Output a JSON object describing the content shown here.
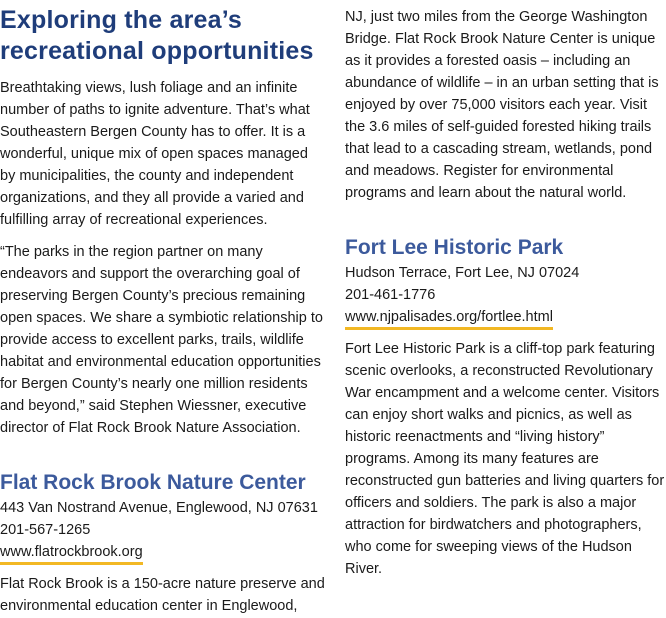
{
  "title": "Exploring the area’s recreational opportunities",
  "intro_paragraphs": [
    "Breathtaking views, lush foliage and an infinite number of paths to ignite adventure. That’s what Southeastern Bergen County has to offer. It is a wonderful, unique mix of open spaces managed by municipalities, the county and independent organizations, and they all provide a varied and fulfilling array of recreational experiences.",
    "“The parks in the region partner on many endeavors and support the overarching goal of preserving Bergen County’s precious remaining open spaces. We share a symbiotic relationship to provide access to excellent parks, trails, wildlife habitat and environmental education opportunities for Bergen County’s nearly one million residents and beyond,” said Stephen Wiessner, executive director of Flat Rock Brook Nature Association."
  ],
  "sections": [
    {
      "name": "Flat Rock Brook Nature Center",
      "address": "443 Van Nostrand Avenue, Englewood, NJ 07631",
      "phone": "201-567-1265",
      "website": "www.flatrockbrook.org",
      "description_part1": "Flat Rock Brook is a 150-acre nature preserve and environmental education center in Englewood,",
      "description_part2": "NJ, just two miles from the George Washington Bridge. Flat Rock Brook Nature Center is unique as it provides a forested oasis – including an abundance of wildlife – in an urban setting that is enjoyed by over 75,000 visitors each year. Visit the 3.6 miles of self-guided forested hiking trails that lead to a cascading stream, wetlands, pond and meadows. Register for environmental programs and learn about the natural world."
    },
    {
      "name": "Fort Lee Historic Park",
      "address": "Hudson Terrace, Fort Lee, NJ 07024",
      "phone": "201-461-1776",
      "website": "www.njpalisades.org/fortlee.html",
      "description": "Fort Lee Historic Park is a cliff-top park featuring scenic overlooks, a reconstructed Revolutionary War encampment and a welcome center. Visitors can enjoy short walks and picnics, as well as historic reenactments and “living history” programs. Among its many features are reconstructed gun batteries and living quarters for officers and soldiers. The park is also a major attraction for birdwatchers and photographers, who come for sweeping views of the Hudson River."
    }
  ],
  "colors": {
    "title": "#1f3d7a",
    "section_title": "#3c5a9c",
    "link_underline": "#f2b824",
    "body_text": "#1a1a1a"
  }
}
